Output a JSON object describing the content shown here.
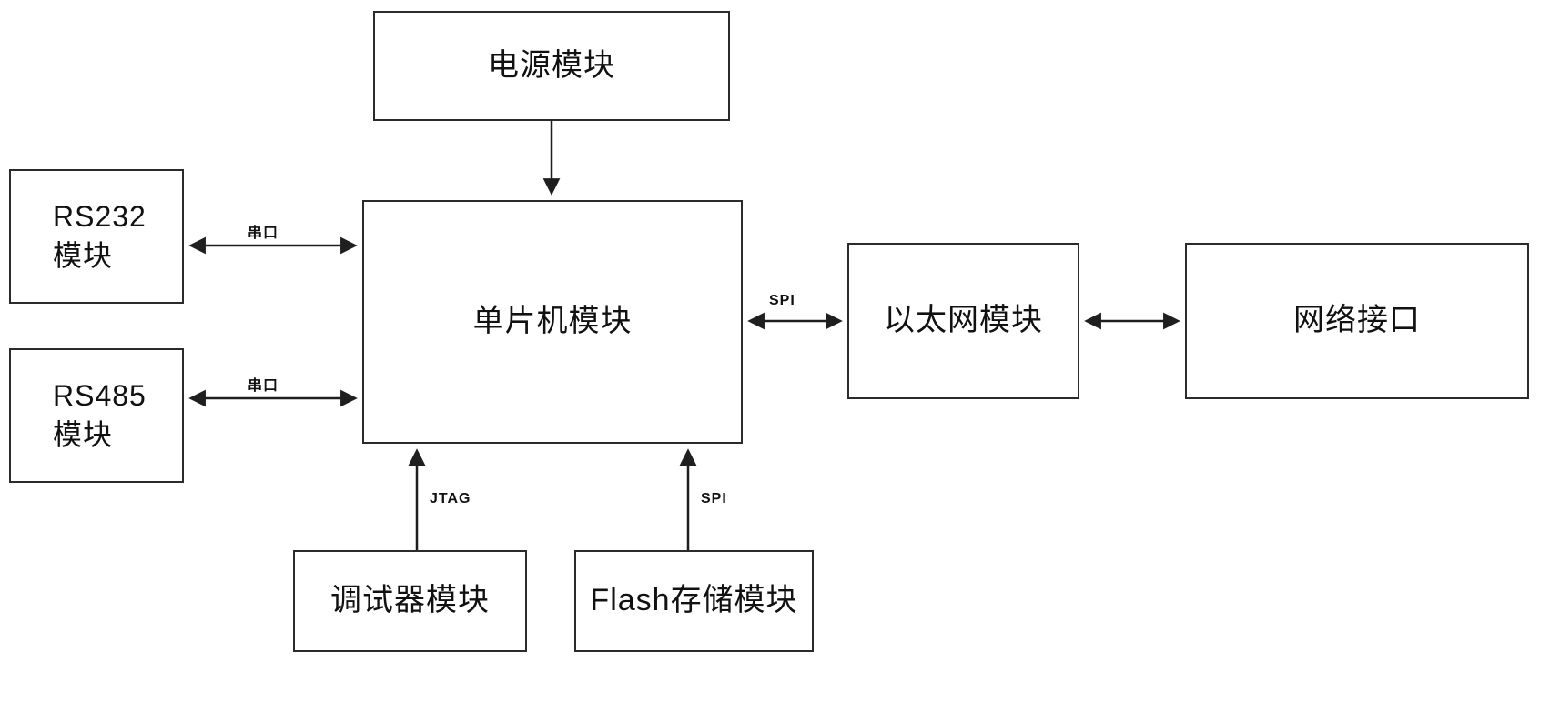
{
  "diagram": {
    "nodes": {
      "power": {
        "label": "电源模块"
      },
      "mcu": {
        "label": "单片机模块"
      },
      "rs232": {
        "label": "RS232\n模块"
      },
      "rs485": {
        "label": "RS485\n模块"
      },
      "ethernet": {
        "label": "以太网模块"
      },
      "network": {
        "label": "网络接口"
      },
      "debugger": {
        "label": "调试器模块"
      },
      "flash": {
        "label": "Flash存储模块"
      }
    },
    "edges": {
      "rs232_mcu": {
        "label": "串口"
      },
      "rs485_mcu": {
        "label": "串口"
      },
      "mcu_ethernet": {
        "label": "SPI"
      },
      "debugger_mcu": {
        "label": "JTAG"
      },
      "flash_mcu": {
        "label": "SPI"
      }
    },
    "colors": {
      "line": "#1f1f1f",
      "border": "#2b2b2b",
      "background": "#ffffff",
      "text": "#111111"
    }
  }
}
